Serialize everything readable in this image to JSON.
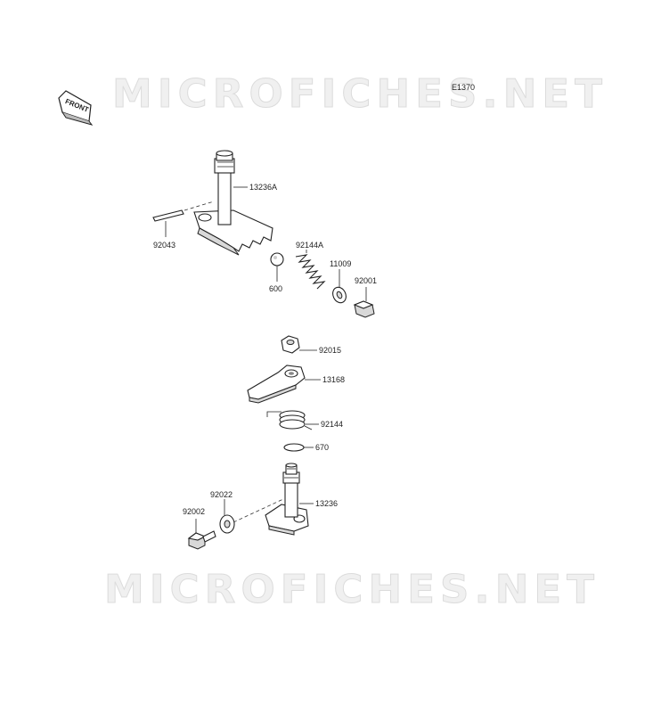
{
  "diagram": {
    "code": "E1370",
    "front_label": "FRONT",
    "watermark_top": "MICROFICHES.NET",
    "watermark_bottom": "MICROFICHES.NET",
    "parts": [
      {
        "id": "13236A",
        "label": "13236A"
      },
      {
        "id": "92043",
        "label": "92043"
      },
      {
        "id": "92144A",
        "label": "92144A"
      },
      {
        "id": "11009",
        "label": "11009"
      },
      {
        "id": "600",
        "label": "600"
      },
      {
        "id": "92001",
        "label": "92001"
      },
      {
        "id": "92015",
        "label": "92015"
      },
      {
        "id": "13168",
        "label": "13168"
      },
      {
        "id": "92144",
        "label": "92144"
      },
      {
        "id": "670",
        "label": "670"
      },
      {
        "id": "92022",
        "label": "92022"
      },
      {
        "id": "13236",
        "label": "13236"
      },
      {
        "id": "92002",
        "label": "92002"
      }
    ]
  }
}
